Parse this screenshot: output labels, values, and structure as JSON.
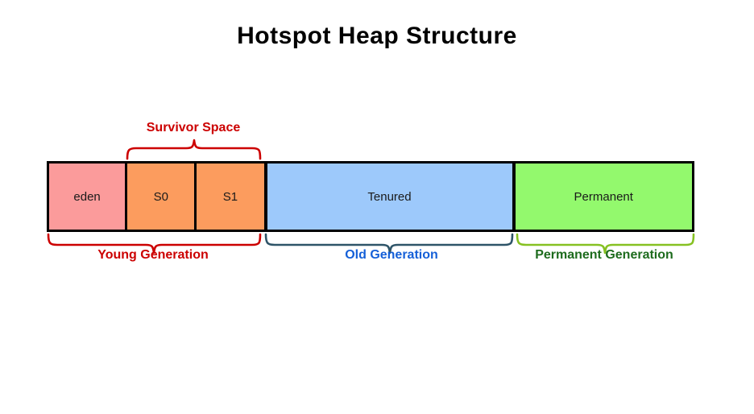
{
  "diagram": {
    "title": "Hotspot Heap Structure",
    "title_color": "#000000",
    "background_color": "#ffffff",
    "blocks": [
      {
        "label": "eden",
        "color": "#fb9b9b",
        "width_pct": 11.8
      },
      {
        "label": "S0",
        "color": "#fc9c5e",
        "width_pct": 10.8
      },
      {
        "label": "S1",
        "color": "#fc9c5e",
        "width_pct": 10.8
      },
      {
        "label": "Tenured",
        "color": "#9dc9fb",
        "width_pct": 38.6
      },
      {
        "label": "Permanent",
        "color": "#93f96d",
        "width_pct": 28.0
      }
    ],
    "block_border_color": "#000000",
    "top_brace": {
      "label": "Survivor Space",
      "text_color": "#cc0000",
      "brace_color": "#cc0000",
      "spans": [
        "S0",
        "S1"
      ]
    },
    "bottom_braces": [
      {
        "label": "Young Generation",
        "text_color": "#cc0000",
        "brace_color": "#cc0000",
        "spans": [
          "eden",
          "S0",
          "S1"
        ]
      },
      {
        "label": "Old Generation",
        "text_color": "#1560d8",
        "brace_color": "#2e5468",
        "spans": [
          "Tenured"
        ]
      },
      {
        "label": "Permanent Generation",
        "text_color": "#1d6b1d",
        "brace_color": "#86c122",
        "spans": [
          "Permanent"
        ]
      }
    ]
  }
}
